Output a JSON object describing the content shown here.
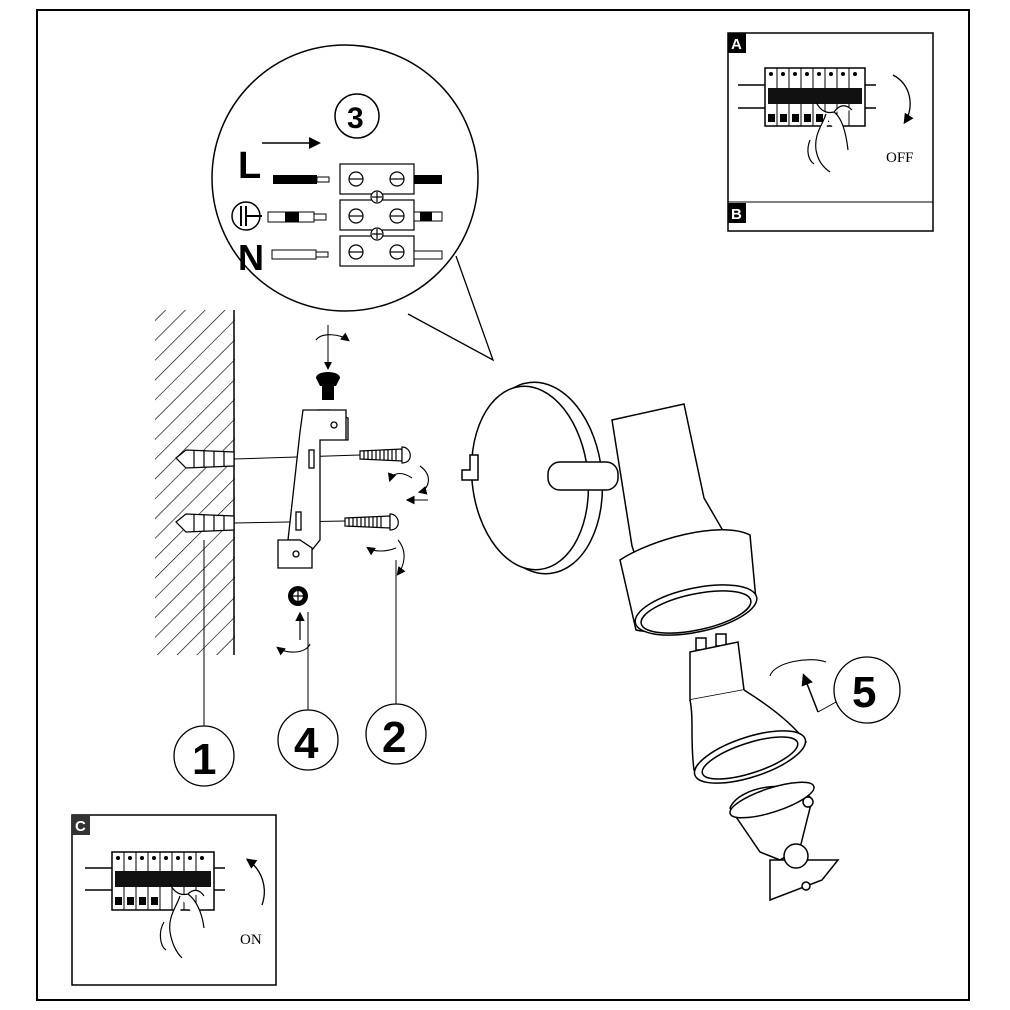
{
  "steps": {
    "step1": "1",
    "step2": "2",
    "step3": "3",
    "step4": "4",
    "step5": "5"
  },
  "wiring": {
    "live": "L",
    "neutral": "N",
    "earth_icon": "earth-ground-icon"
  },
  "panels": {
    "a": {
      "tag": "A",
      "caption": "OFF"
    },
    "b": {
      "tag": "B"
    },
    "c": {
      "tag": "C",
      "caption": "ON"
    }
  },
  "colors": {
    "line": "#000000",
    "background": "#ffffff"
  }
}
